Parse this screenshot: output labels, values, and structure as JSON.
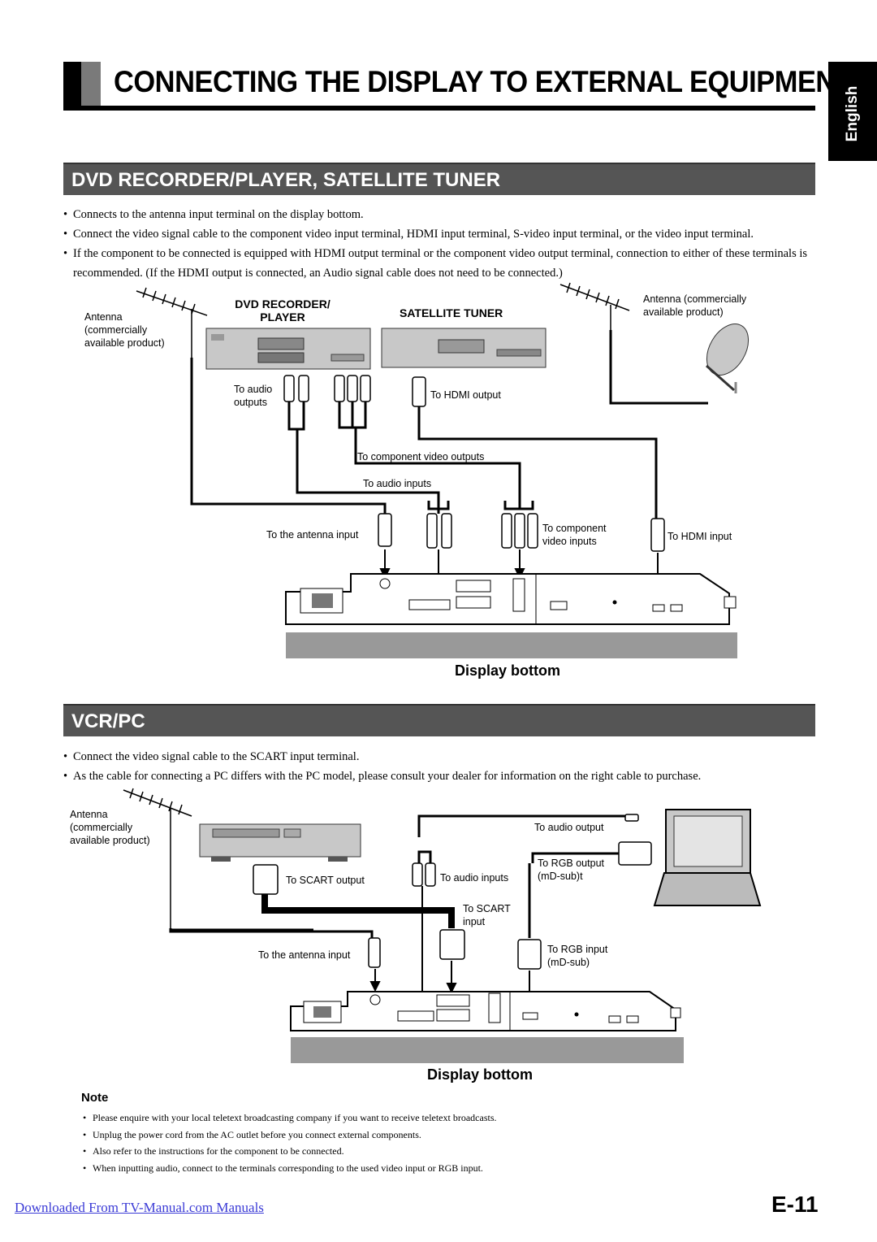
{
  "page_title": "CONNECTING THE DISPLAY TO EXTERNAL EQUIPMENT",
  "language_tab": "English",
  "section1": {
    "heading": "DVD RECORDER/PLAYER, SATELLITE TUNER",
    "bullets": [
      "Connects to the antenna input terminal on the display bottom.",
      "Connect the video signal cable to the component video input terminal, HDMI input terminal, S-video input terminal, or the video input terminal.",
      "If the component to be connected is equipped with HDMI output terminal or the component video output terminal, connection to either of these terminals is recommended. (If the HDMI output is connected, an Audio signal cable does not need to be connected.)"
    ],
    "diagram": {
      "antenna_left": "Antenna\n(commercially\navailable product)",
      "antenna_right": "Antenna (commercially\navailable product)",
      "dvd_label": "DVD RECORDER/\nPLAYER",
      "sat_label": "SATELLITE TUNER",
      "to_audio_outputs": "To audio\noutputs",
      "to_hdmi_output": "To HDMI output",
      "to_component_outputs": "To component video outputs",
      "to_audio_inputs": "To audio inputs",
      "to_antenna_input": "To the antenna input",
      "to_component_inputs": "To component\nvideo inputs",
      "to_hdmi_input": "To HDMI input",
      "caption": "Display bottom"
    }
  },
  "section2": {
    "heading": "VCR/PC",
    "bullets": [
      "Connect the video signal cable to the SCART input terminal.",
      "As the cable for connecting a PC differs with the PC model, please consult your dealer for information on the right cable to purchase."
    ],
    "diagram": {
      "antenna": "Antenna\n(commercially\navailable product)",
      "to_audio_output": "To audio output",
      "to_rgb_output": "To RGB output\n(mD-sub)t",
      "to_scart_output": "To SCART output",
      "to_audio_inputs": "To audio inputs",
      "to_scart_input": "To SCART\ninput",
      "to_antenna_input": "To the antenna input",
      "to_rgb_input": "To RGB input\n(mD-sub)",
      "caption": "Display bottom"
    }
  },
  "notes": {
    "heading": "Note",
    "items": [
      "Please enquire with your local teletext broadcasting company if you want to receive teletext broadcasts.",
      "Unplug the power cord from the AC outlet before you connect external components.",
      "Also refer to the instructions for the component to be connected.",
      "When inputting audio, connect to the terminals corresponding to the used video input or RGB input."
    ]
  },
  "footer_link": "Downloaded From TV-Manual.com Manuals",
  "page_number": "E-11"
}
